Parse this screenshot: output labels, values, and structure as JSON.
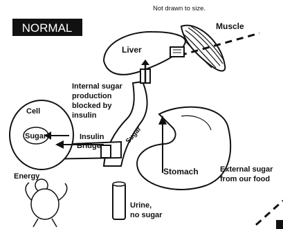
{
  "badge": {
    "text": "NORMAL"
  },
  "note": {
    "text": "Not drawn to size."
  },
  "organs": {
    "muscle": "Muscle",
    "liver": "Liver",
    "cell": "Cell",
    "stomach": "Stomach",
    "energy": "Energy"
  },
  "labels": {
    "internal_line1": "Internal sugar",
    "internal_line2": "production",
    "internal_line3": "blocked by",
    "internal_line4": "insulin",
    "cell_sugar": "Sugar",
    "insulin_line1": "Insulin",
    "insulin_line2": "Bridge",
    "vessel_sugar": "Sugar",
    "external_line1": "External sugar",
    "external_line2": "from our food",
    "urine_line1": "Urine,",
    "urine_line2": "no sugar"
  },
  "colors": {
    "badge_bg": "#111111",
    "badge_text": "#ffffff",
    "ink": "#111111"
  }
}
